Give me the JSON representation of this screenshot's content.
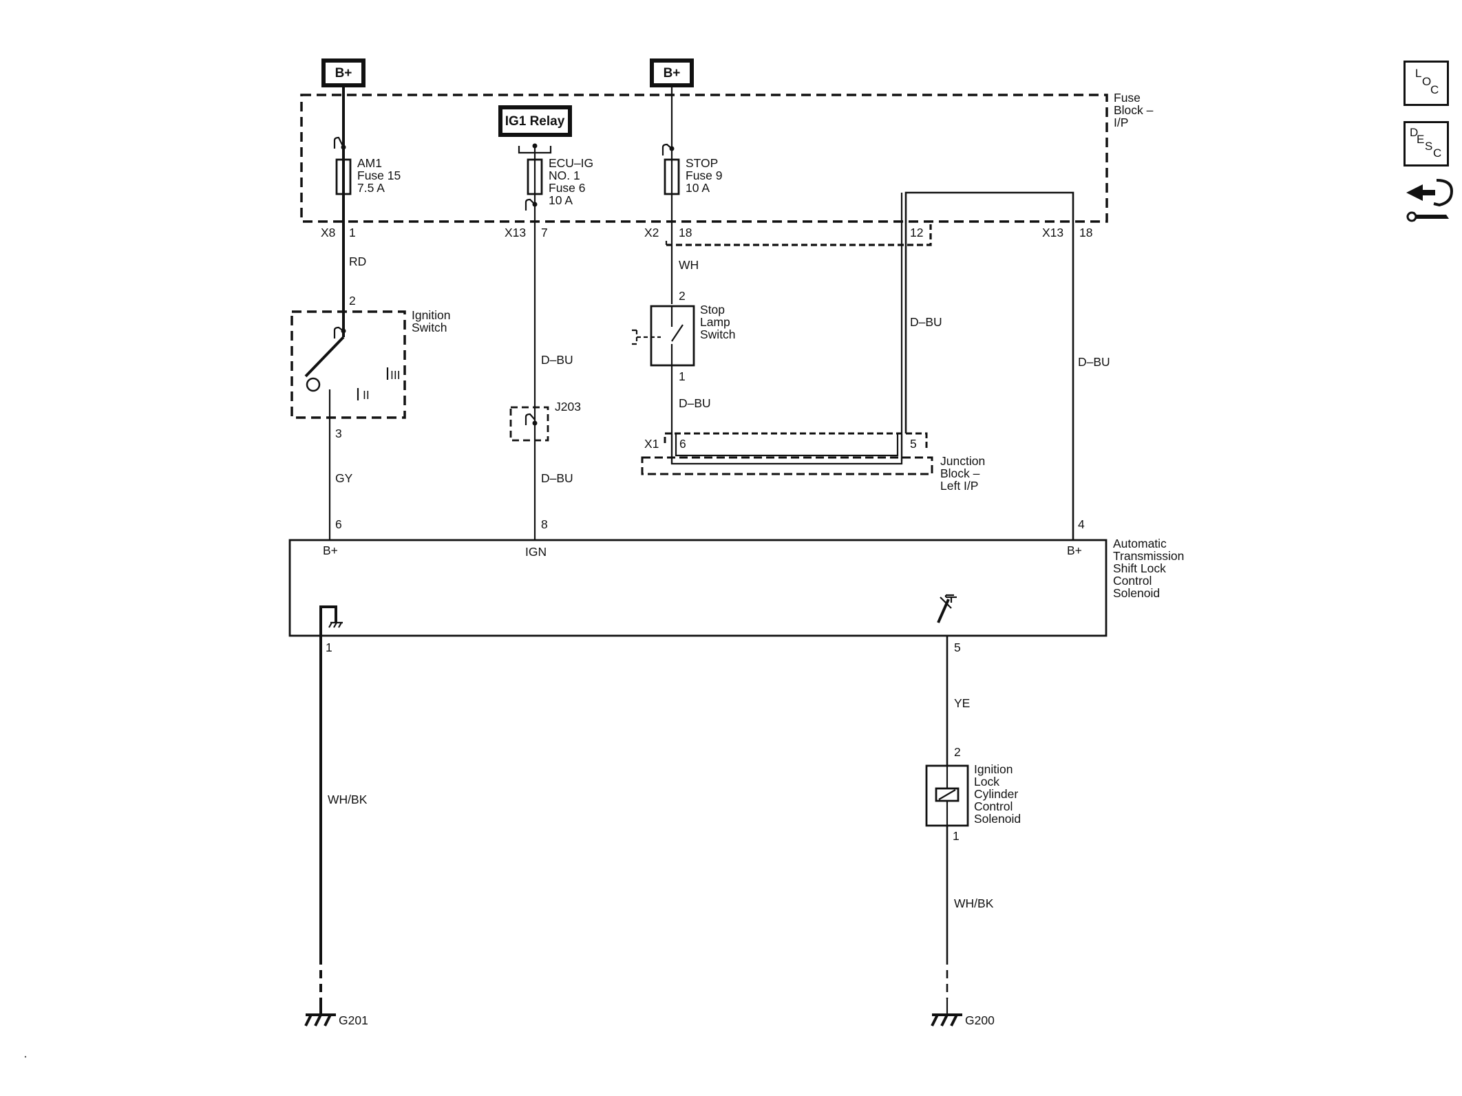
{
  "labels": {
    "b_plus_1": "B+",
    "b_plus_2": "B+",
    "ig1_relay": "IG1 Relay",
    "fuse_block_l1": "Fuse",
    "fuse_block_l2": "Block –",
    "fuse_block_l3": "I/P",
    "am1_l1": "AM1",
    "am1_l2": "Fuse 15",
    "am1_l3": "7.5 A",
    "ecu_l1": "ECU–IG",
    "ecu_l2": "NO. 1",
    "ecu_l3": "Fuse 6",
    "ecu_l4": "10 A",
    "stop_l1": "STOP",
    "stop_l2": "Fuse 9",
    "stop_l3": "10 A",
    "conn_x8": "X8",
    "pin_x8_1": "1",
    "conn_x13a": "X13",
    "pin_x13_7": "7",
    "conn_x2": "X2",
    "pin_x2_18": "18",
    "pin_12": "12",
    "conn_x13b": "X13",
    "pin_x13_18": "18",
    "wire_rd": "RD",
    "wire_wh": "WH",
    "pin_ign_2": "2",
    "ign_switch_l1": "Ignition",
    "ign_switch_l2": "Switch",
    "ign_pos_3": "III",
    "ign_pos_2": "II",
    "pin_ign_3": "3",
    "pin_stop_2": "2",
    "stop_sw_l1": "Stop",
    "stop_sw_l2": "Lamp",
    "stop_sw_l3": "Switch",
    "pin_stop_1": "1",
    "wire_dbu_1": "D–BU",
    "wire_dbu_2": "D–BU",
    "wire_dbu_3": "D–BU",
    "wire_dbu_4": "D–BU",
    "wire_dbu_5": "D–BU",
    "splice_j203": "J203",
    "conn_x1": "X1",
    "pin_x1_6": "6",
    "pin_x1_5": "5",
    "jb_l1": "Junction",
    "jb_l2": "Block –",
    "jb_l3": "Left I/P",
    "wire_gy": "GY",
    "pin_6": "6",
    "pin_8": "8",
    "pin_4": "4",
    "mod_bplus_left": "B+",
    "mod_ign": "IGN",
    "mod_bplus_right": "B+",
    "atsl_l1": "Automatic",
    "atsl_l2": "Transmission",
    "atsl_l3": "Shift Lock",
    "atsl_l4": "Control",
    "atsl_l5": "Solenoid",
    "pin_1": "1",
    "pin_5": "5",
    "wire_ye": "YE",
    "pin_sol_2": "2",
    "ilc_l1": "Ignition",
    "ilc_l2": "Lock",
    "ilc_l3": "Cylinder",
    "ilc_l4": "Control",
    "ilc_l5": "Solenoid",
    "pin_sol_1": "1",
    "wire_whbk_1": "WH/BK",
    "wire_whbk_2": "WH/BK",
    "ground_g201": "G201",
    "ground_g200": "G200"
  },
  "side_icons": {
    "loc": [
      "L",
      "O",
      "C"
    ],
    "desc": [
      "D",
      "E",
      "S",
      "C"
    ],
    "tools": "service-tools-icon"
  }
}
